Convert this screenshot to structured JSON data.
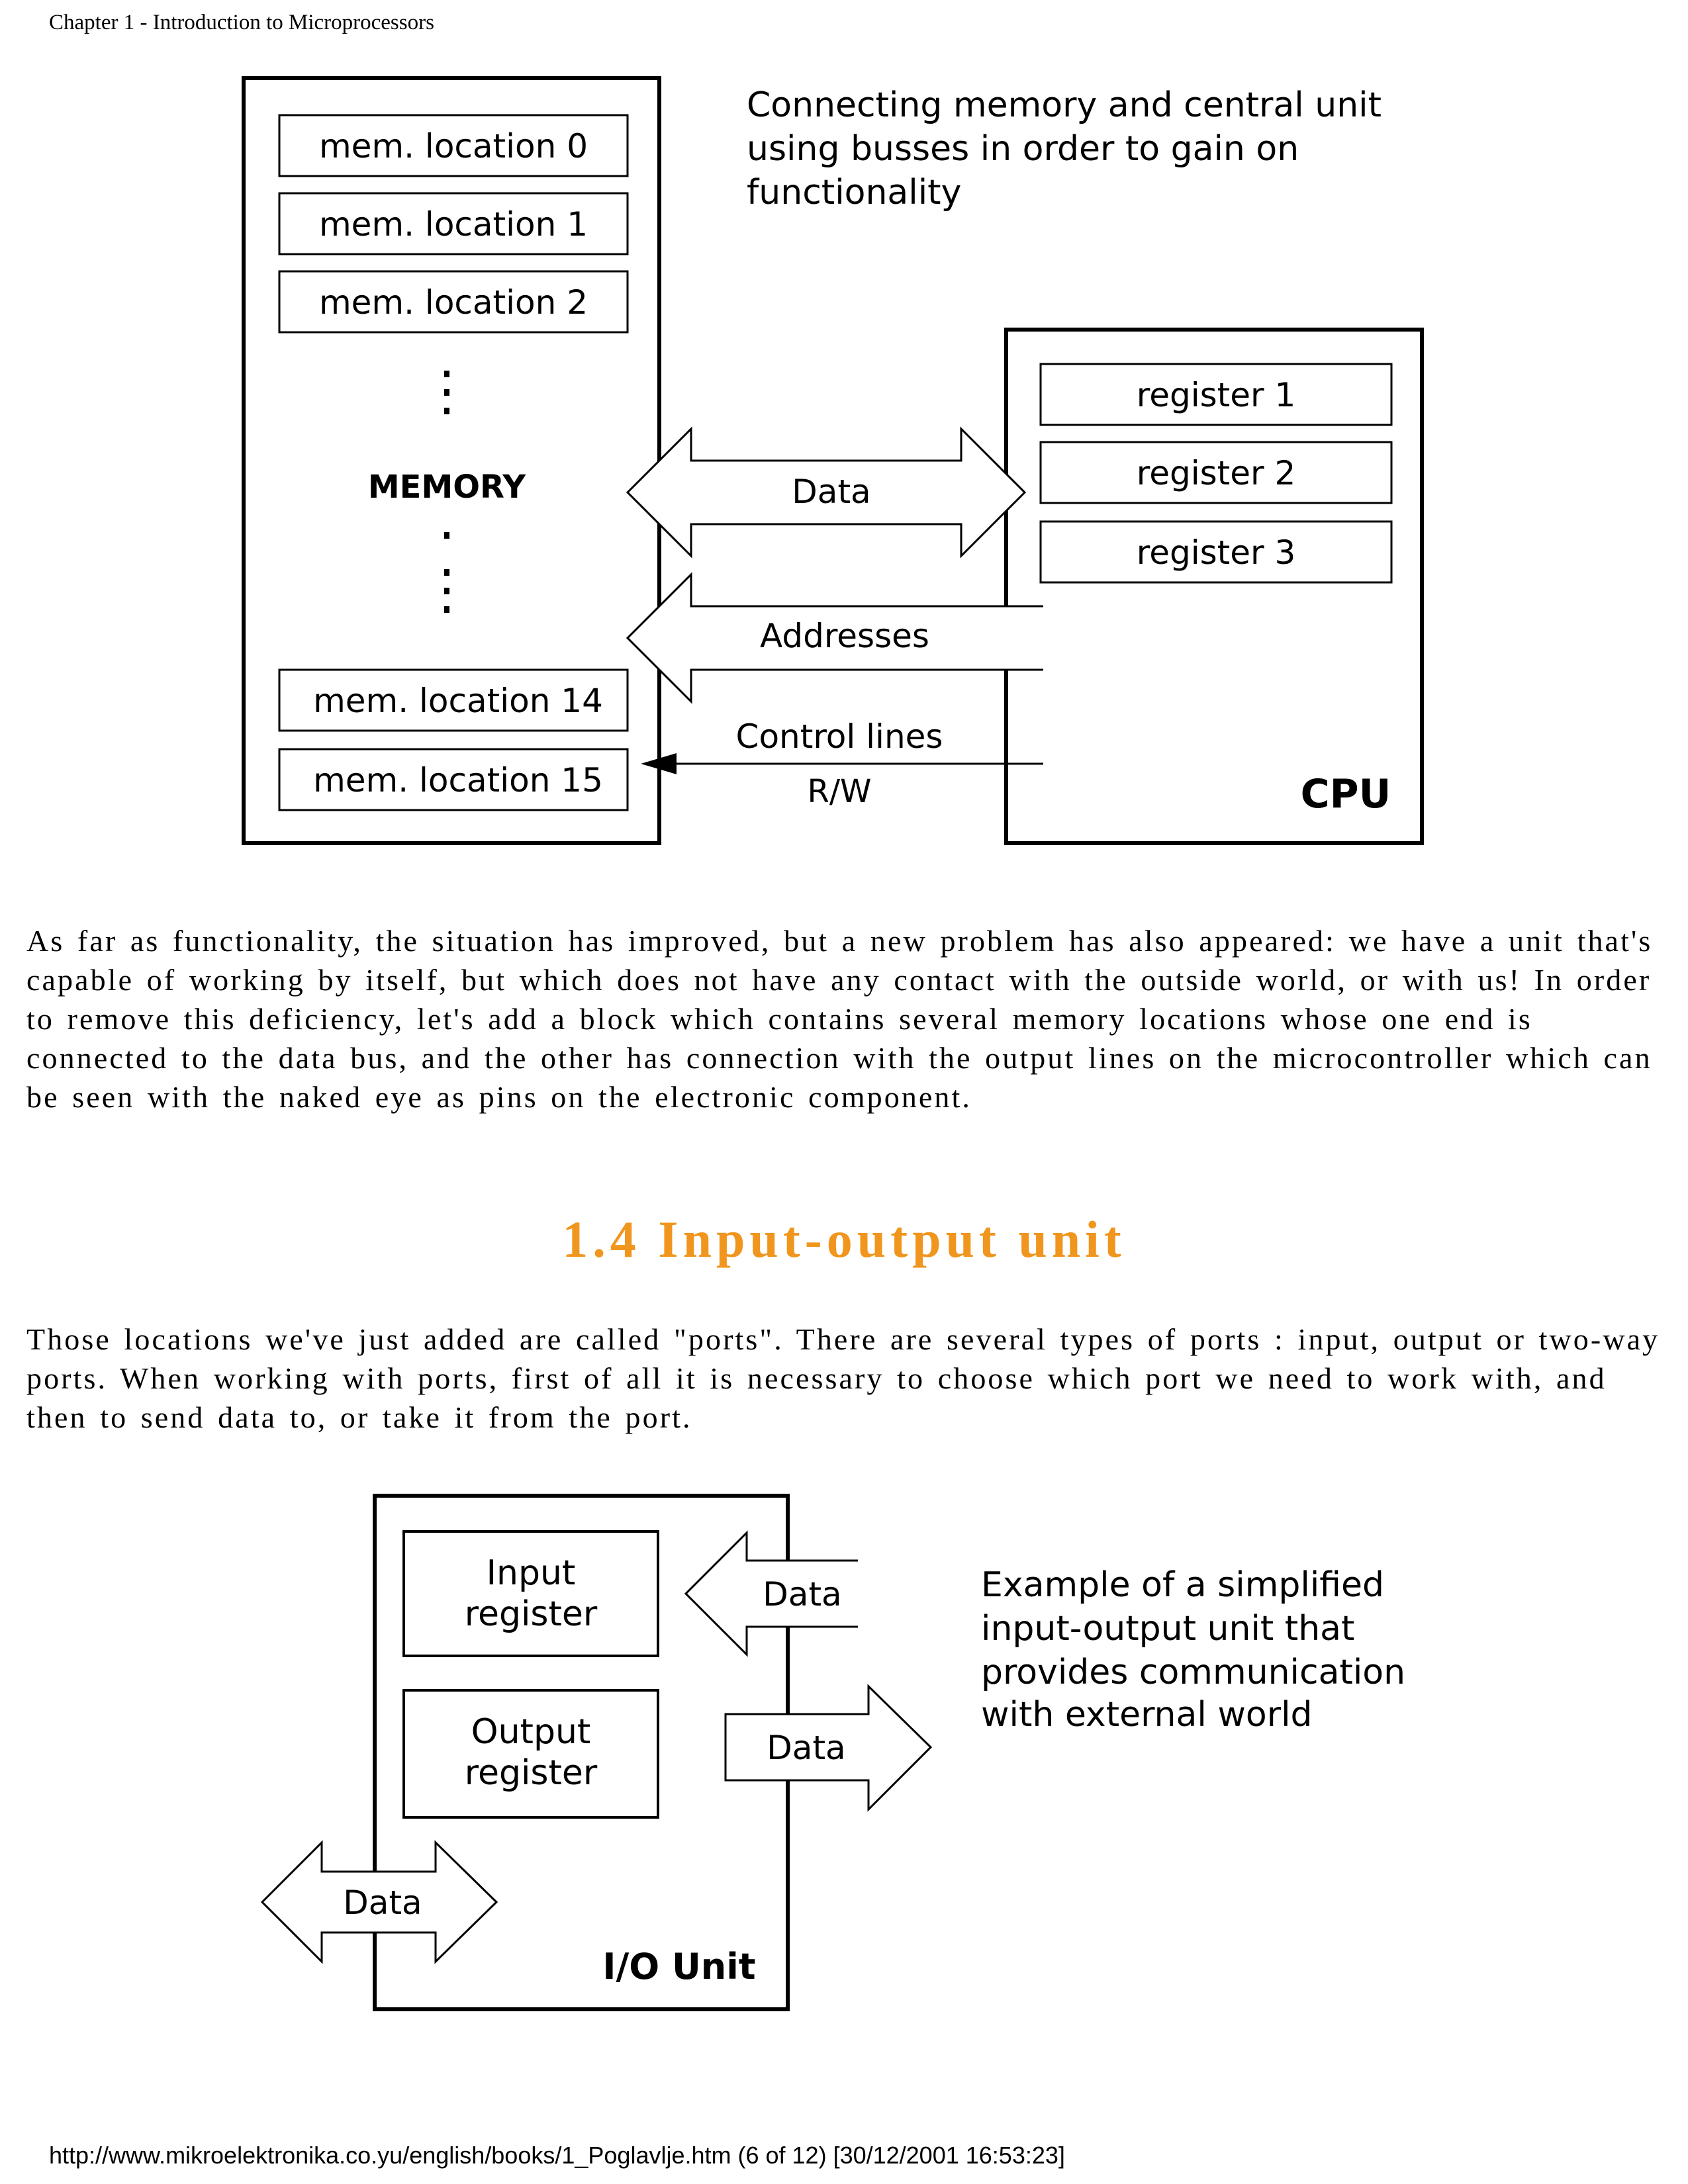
{
  "page": {
    "header": "Chapter 1 - Introduction to Microprocessors",
    "footer": "http://www.mikroelektronika.co.yu/english/books/1_Poglavlje.htm (6 of 12) [30/12/2001 16:53:23]"
  },
  "figure1": {
    "caption_lines": [
      "Connecting memory and central unit",
      "using busses in order to gain on",
      "functionality"
    ],
    "memory_locations_top": [
      "mem. location 0",
      "mem. location 1",
      "mem. location 2"
    ],
    "memory_locations_bottom": [
      "mem. location 14",
      "mem. location 15"
    ],
    "memory_label": "MEMORY",
    "registers": [
      "register 1",
      "register 2",
      "register 3"
    ],
    "cpu_label": "CPU",
    "bus_data": "Data",
    "bus_addresses": "Addresses",
    "bus_control": "Control lines",
    "bus_rw": "R/W"
  },
  "paragraph1": "As far as functionality, the situation has improved, but a new problem has also appeared: we have a unit that's capable of working by itself, but which does not have any contact with the outside world, or with us! In order to remove this deficiency, let's add a block which contains several memory locations whose one end is connected to the data bus, and the other has connection with the output lines on the microcontroller which can be seen with the naked eye as pins on the electronic component.",
  "section": {
    "title": "1.4 Input-output unit",
    "color": "#f0961e"
  },
  "paragraph2": "Those locations we've just added are called \"ports\". There are several types of ports : input, output or two-way ports. When working with ports, first of all it is necessary to choose which port we need to work with, and then to send data to, or take it from the port.",
  "figure2": {
    "input_register_lines": [
      "Input",
      "register"
    ],
    "output_register_lines": [
      "Output",
      "register"
    ],
    "data_in": "Data",
    "data_out": "Data",
    "data_bidirectional": "Data",
    "unit_label": "I/O Unit",
    "caption_lines": [
      "Example of a simplified",
      "input-output unit that",
      "provides communication",
      "with external world"
    ]
  }
}
